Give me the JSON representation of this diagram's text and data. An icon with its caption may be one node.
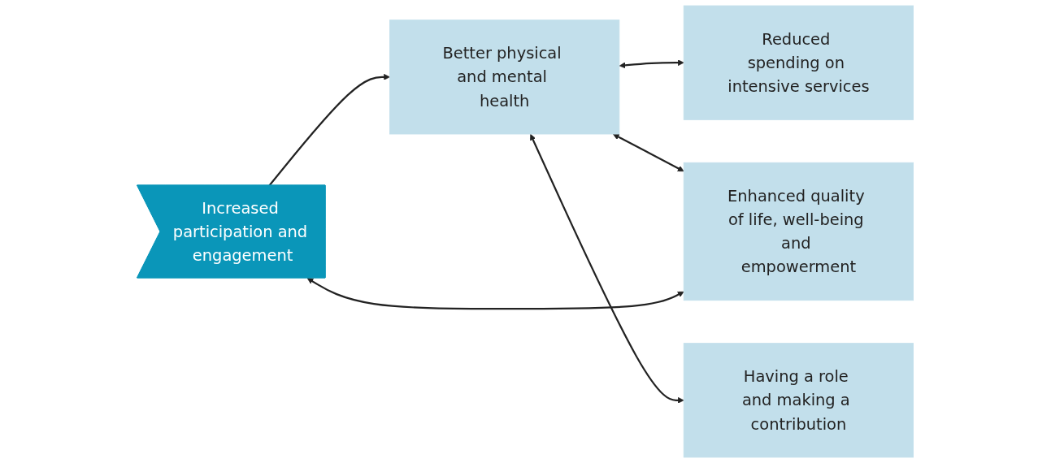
{
  "diagram": {
    "nodes": [
      {
        "text": [
          "Increased participation and engagement"
        ]
      },
      {
        "text": [
          "Better physical and mental health"
        ]
      },
      {
        "text": [
          "Reduced spending on intensive services"
        ]
      },
      {
        "text": [
          "Enhanced quality of life, well-being and empowerment"
        ]
      },
      {
        "text": [
          "Having a role and making a contribution"
        ]
      }
    ],
    "edges": [
      {
        "from": 0,
        "to": 1,
        "arrow": "to"
      },
      {
        "from": 1,
        "to": 2,
        "arrow": "both"
      },
      {
        "from": 1,
        "to": 3,
        "arrow": "both"
      },
      {
        "from": 1,
        "to": 4,
        "arrow": "both"
      },
      {
        "from": 0,
        "to": 3,
        "arrow": "both"
      }
    ]
  }
}
